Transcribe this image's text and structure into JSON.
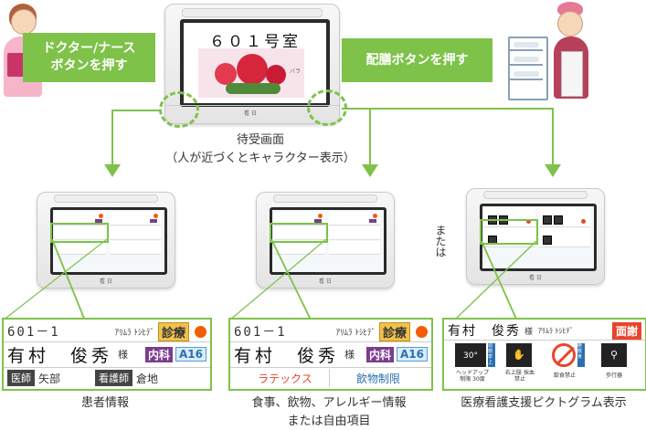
{
  "top_device": {
    "room_display": "６０１号室",
    "screen_small_text": "バラ",
    "bottom_label": "看 日"
  },
  "callout_left": {
    "line1": "ドクター/ナース",
    "line2": "ボタンを押す"
  },
  "callout_right": {
    "text": "配膳ボタンを押す"
  },
  "standby": {
    "line1": "待受画面",
    "line2": "（人が近づくとキャラクター表示）"
  },
  "or_text": "または",
  "device_labels": {
    "bottom": "看 日"
  },
  "panel1": {
    "room": "601－1",
    "kana": "ｱﾘﾑﾗ ﾄｼﾋﾃﾞ",
    "badge_treatment": "診療",
    "name": "有村　俊秀",
    "sama": "様",
    "dept": "内科",
    "bed": "A16",
    "doctor_label": "医師",
    "doctor_name": "矢部",
    "nurse_label": "看護師",
    "nurse_name": "倉地",
    "caption": "患者情報"
  },
  "panel2": {
    "room": "601－1",
    "kana": "ｱﾘﾑﾗ ﾄｼﾋﾃﾞ",
    "badge_treatment": "診療",
    "name": "有村　俊秀",
    "sama": "様",
    "dept": "内科",
    "bed": "A16",
    "allergy": "ラテックス",
    "restriction": "飲物制限",
    "caption_line1": "食事、飲物、アレルギー情報",
    "caption_line2": "または自由項目"
  },
  "panel3": {
    "name": "有村　俊秀",
    "sama": "様",
    "kana": "ｱﾘﾑﾗ ﾄｼﾋﾃﾞ",
    "badge_visit": "面謝",
    "picto1_top": "30°",
    "picto1_label_line1": "ヘッドアップ",
    "picto1_label_line2": "制限 30度",
    "picto1_side": "頭側挙上",
    "picto2_label_line1": "右上肢 採血",
    "picto2_label_line2": "禁止",
    "picto3_label": "飲食禁止",
    "picto3_side": "絶飲食",
    "picto4_label": "歩行器",
    "caption": "医療看護支援ピクトグラム表示"
  },
  "colors": {
    "green": "#7ec24a",
    "orange_badge": "#f0c24b",
    "red_badge": "#e8452c",
    "purple_badge": "#7b3c8e",
    "dot": "#f25c05"
  }
}
